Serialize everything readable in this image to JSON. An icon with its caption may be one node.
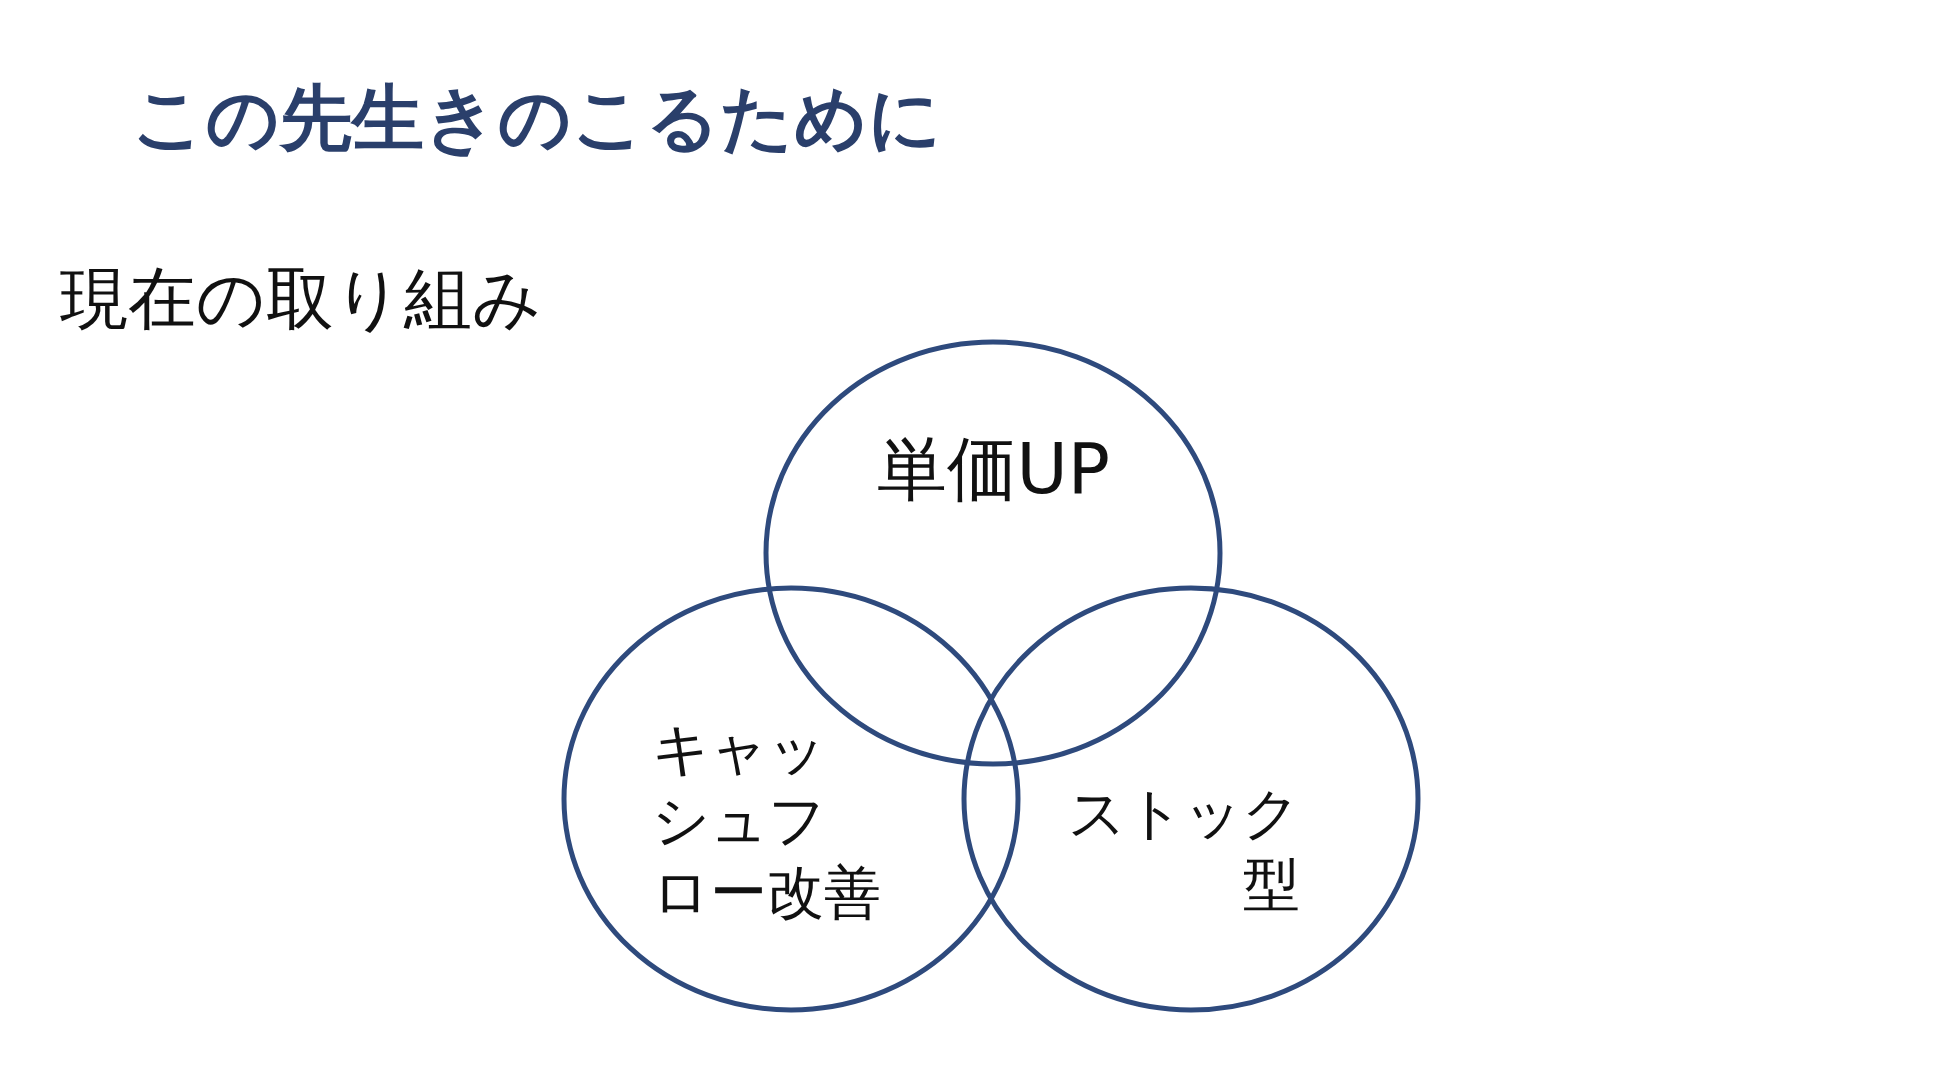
{
  "diagram": {
    "title": "この先生きのこるために",
    "nodes": [
      {
        "text": [
          "単価UP"
        ]
      },
      {
        "text": [
          "キャッシュフロー改善"
        ]
      },
      {
        "text": [
          "ストック型"
        ]
      }
    ],
    "labels": [
      "現在の取り組み"
    ]
  }
}
